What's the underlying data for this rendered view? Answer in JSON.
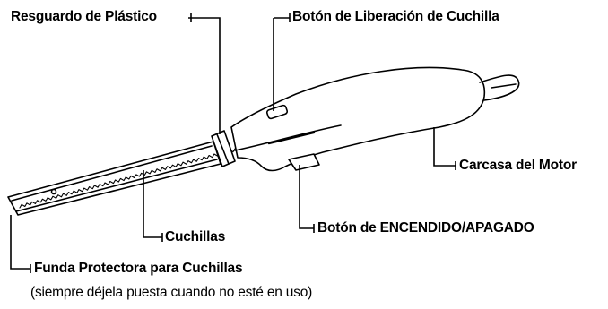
{
  "labels": {
    "guard": "Resguardo de Plástico",
    "release": "Botón de Liberación de Cuchilla",
    "motor": "Carcasa del Motor",
    "blades": "Cuchillas",
    "power": "Botón de ENCENDIDO/APAGADO",
    "sheath": "Funda Protectora para Cuchillas",
    "sheath_note": "(siempre déjela puesta cuando no esté en uso)"
  }
}
